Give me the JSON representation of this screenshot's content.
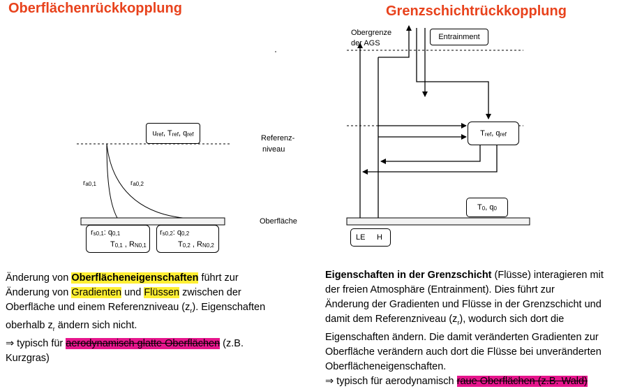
{
  "left": {
    "title": "Oberflächenrückkopplung",
    "ref_box": {
      "u": "u",
      "T": "T",
      "q": "q",
      "sub": "ref"
    },
    "reference_label_line1": "Referenz-",
    "reference_label_line2": "niveau",
    "surface_label": "Oberfläche",
    "ra1": {
      "r": "r",
      "sub": "a0,1"
    },
    "ra2": {
      "r": "r",
      "sub": "a0,2"
    },
    "box1": {
      "rs": "r",
      "rs_sub": "s0,1",
      "colon": ": ",
      "q": "q",
      "q_sub": "0,1",
      "T": "T",
      "T_sub": "0,1",
      "sep": " , ",
      "R": "R",
      "R_sub": "N0,1"
    },
    "box2": {
      "rs": "r",
      "rs_sub": "s0,2",
      "colon": ": ",
      "q": "q",
      "q_sub": "0,2",
      "T": "T",
      "T_sub": "0,2",
      "sep": " , ",
      "R": "R",
      "R_sub": "N0,2"
    },
    "text": {
      "l1a": "Änderung von ",
      "l1b": "Oberflächeneigenschaften",
      "l1c": " führt zur",
      "l2a": "Änderung von ",
      "l2b": "Gradienten",
      "l2c": " und ",
      "l2d": "Flüssen",
      "l2e": " zwischen der",
      "l3a": "Oberfläche und einem Referenzniveau (z",
      "l3sub": "r",
      "l3b": "). Eigenschaften",
      "l4a": "oberhalb z",
      "l4sub": "r",
      "l4b": " ändern sich nicht.",
      "l5a": "⇒ typisch für ",
      "l5b": "aerodynamisch glatte Oberflächen",
      "l5c": " (z.B.",
      "l6": "Kurzgras)"
    }
  },
  "right": {
    "title": "Grenzschichtrückkopplung",
    "top_label_line1": "Obergrenze",
    "top_label_line2": "der AGS",
    "entrainment": "Entrainment",
    "ref_box": {
      "T": "T",
      "q": "q",
      "sub": "ref"
    },
    "surface_box": {
      "T": "T",
      "q": "q",
      "sub": "0",
      "sep": ", "
    },
    "flux_box": {
      "LE": "LE",
      "H": "H"
    },
    "text": {
      "l1a": "Eigenschaften in der Grenzschicht",
      "l1b": " (Flüsse) interagieren mit",
      "l2": "der freien Atmosphäre (Entrainment). Dies führt zur",
      "l3": "Änderung der Gradienten und Flüsse in der Grenzschicht und",
      "l4a": "damit dem Referenzniveau (z",
      "l4sub": "r",
      "l4b": "), wodurch sich dort die",
      "l5": "Eigenschaften ändern. Die damit veränderten Gradienten zur",
      "l6": "Oberfläche verändern auch dort die Flüsse bei unveränderten",
      "l7": "Oberflächeneigenschaften.",
      "l8a": "⇒ typisch für aerodynamisch ",
      "l8b": "raue Oberflächen (z.B. Wald)"
    }
  },
  "colors": {
    "title": "#e8421c",
    "highlight_yellow": "#ffef33",
    "highlight_magenta": "#e6158c",
    "surface_fill": "#f2f2f2"
  }
}
